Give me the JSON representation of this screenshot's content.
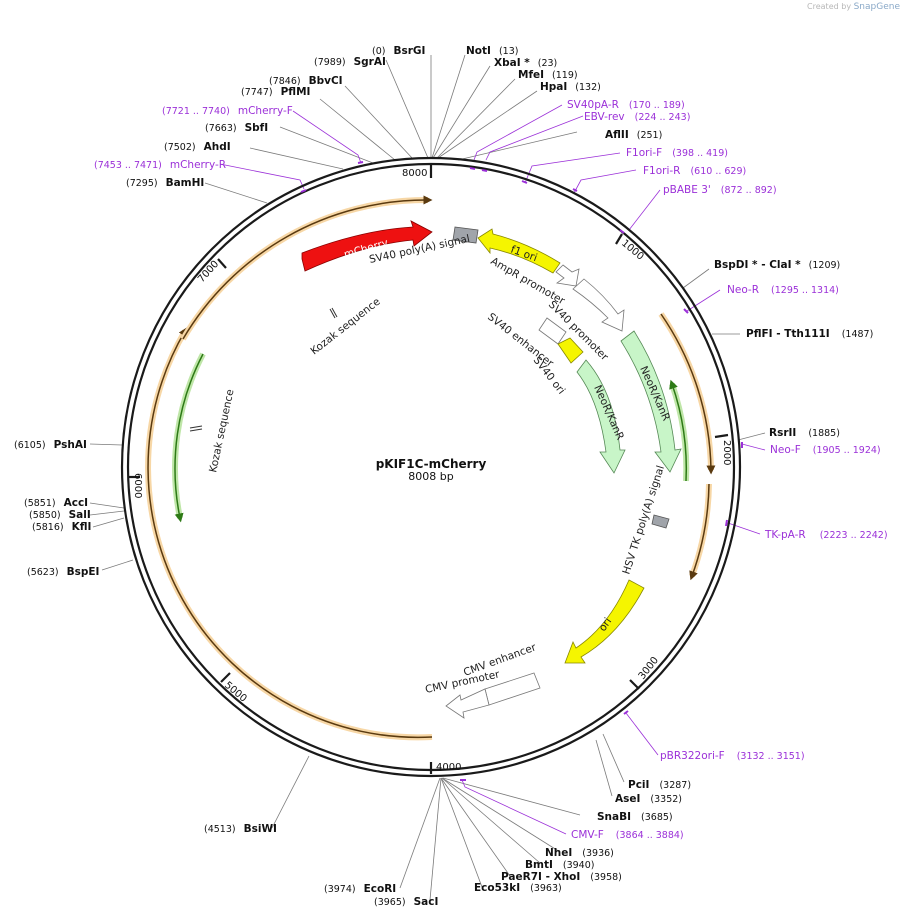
{
  "credit": {
    "created_by": "Created by",
    "brand": "SnapGene"
  },
  "plasmid": {
    "name": "pKIF1C-mCherry",
    "size_label": "8008 bp",
    "length": 8008
  },
  "ticks": [
    "1000",
    "2000",
    "3000",
    "4000",
    "5000",
    "6000",
    "7000",
    "8000"
  ],
  "sites": [
    {
      "pos": "(0)",
      "name": "BsrGI"
    },
    {
      "pos": "(13)",
      "name": "NotI"
    },
    {
      "pos": "(23)",
      "name": "XbaI *"
    },
    {
      "pos": "(119)",
      "name": "MfeI"
    },
    {
      "pos": "(132)",
      "name": "HpaI"
    },
    {
      "pos": "(251)",
      "name": "AflII"
    },
    {
      "pos": "(1209)",
      "name": "BspDI * - ClaI *"
    },
    {
      "pos": "(1487)",
      "name": "PflFI - Tth111I"
    },
    {
      "pos": "(1885)",
      "name": "RsrII"
    },
    {
      "pos": "(3287)",
      "name": "PciI"
    },
    {
      "pos": "(3352)",
      "name": "AseI"
    },
    {
      "pos": "(3685)",
      "name": "SnaBI"
    },
    {
      "pos": "(3936)",
      "name": "NheI"
    },
    {
      "pos": "(3940)",
      "name": "BmtI"
    },
    {
      "pos": "(3958)",
      "name": "PaeR7I - XhoI"
    },
    {
      "pos": "(3963)",
      "name": "Eco53kI"
    },
    {
      "pos": "(3965)",
      "name": "SacI"
    },
    {
      "pos": "(3974)",
      "name": "EcoRI"
    },
    {
      "pos": "(4513)",
      "name": "BsiWI"
    },
    {
      "pos": "(5623)",
      "name": "BspEI"
    },
    {
      "pos": "(5816)",
      "name": "KflI"
    },
    {
      "pos": "(5850)",
      "name": "SalI"
    },
    {
      "pos": "(5851)",
      "name": "AccI"
    },
    {
      "pos": "(6105)",
      "name": "PshAI"
    },
    {
      "pos": "(7295)",
      "name": "BamHI"
    },
    {
      "pos": "(7502)",
      "name": "AhdI"
    },
    {
      "pos": "(7663)",
      "name": "SbfI"
    },
    {
      "pos": "(7747)",
      "name": "PflMI"
    },
    {
      "pos": "(7846)",
      "name": "BbvCI"
    },
    {
      "pos": "(7989)",
      "name": "SgrAI"
    }
  ],
  "primers": [
    {
      "name": "SV40pA-R",
      "pos": "(170 .. 189)"
    },
    {
      "name": "EBV-rev",
      "pos": "(224 .. 243)"
    },
    {
      "name": "F1ori-F",
      "pos": "(398 .. 419)"
    },
    {
      "name": "F1ori-R",
      "pos": "(610 .. 629)"
    },
    {
      "name": "pBABE 3'",
      "pos": "(872 .. 892)"
    },
    {
      "name": "Neo-R",
      "pos": "(1295 .. 1314)"
    },
    {
      "name": "Neo-F",
      "pos": "(1905 .. 1924)"
    },
    {
      "name": "TK-pA-R",
      "pos": "(2223 .. 2242)"
    },
    {
      "name": "pBR322ori-F",
      "pos": "(3132 .. 3151)"
    },
    {
      "name": "CMV-F",
      "pos": "(3864 .. 3884)"
    },
    {
      "name": "mCherry-R",
      "pos": "(7453 .. 7471)"
    },
    {
      "name": "mCherry-F",
      "pos": "(7721 .. 7740)"
    }
  ],
  "features": [
    {
      "name": "mCherry",
      "color": "#ee1111"
    },
    {
      "name": "SV40 poly(A) signal",
      "color": "#a0a4aa"
    },
    {
      "name": "f1 ori",
      "color": "#f5f500"
    },
    {
      "name": "AmpR promoter",
      "color": "#ffffff"
    },
    {
      "name": "SV40 promoter",
      "color": "#ffffff"
    },
    {
      "name": "SV40 enhancer",
      "color": "#ffffff"
    },
    {
      "name": "SV40 ori",
      "color": "#f5f500"
    },
    {
      "name": "NeoR/KanR",
      "color": "#c8f5c8"
    },
    {
      "name": "HSV TK poly(A) signal",
      "color": "#a0a4aa"
    },
    {
      "name": "ori",
      "color": "#f5f500"
    },
    {
      "name": "CMV enhancer",
      "color": "#ffffff"
    },
    {
      "name": "CMV promoter",
      "color": "#ffffff"
    },
    {
      "name": "Kozak sequence",
      "color": "#333333"
    }
  ],
  "colors": {
    "primer": "#9b30d8",
    "orf": "#f3b05a",
    "green_orf": "#72c24c",
    "backbone": "#1a1a1a"
  }
}
